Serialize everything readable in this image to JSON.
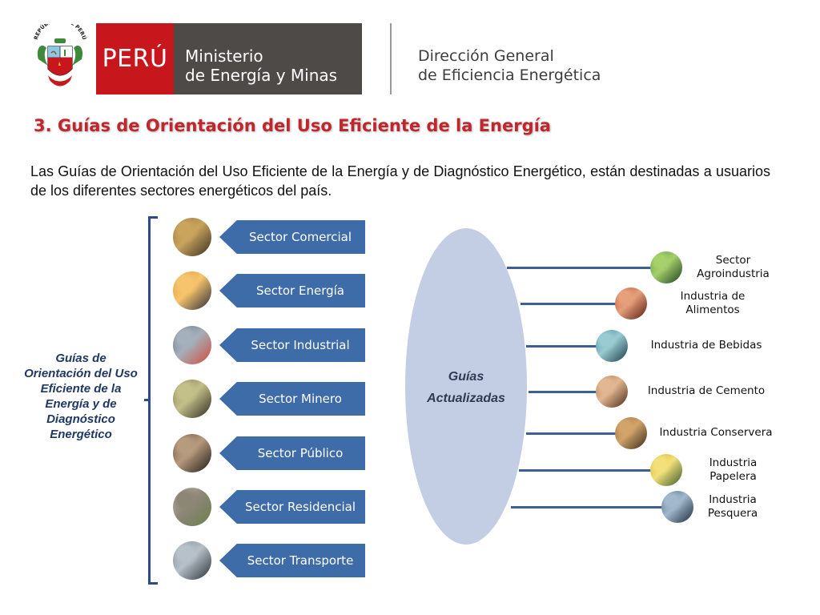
{
  "header": {
    "coat_text": "REPÚBLICA DEL PERÚ",
    "peru": "PERÚ",
    "ministry_line1": "Ministerio",
    "ministry_line2": "de Energía y Minas",
    "direction_line1": "Dirección General",
    "direction_line2": "de Eficiencia Energética"
  },
  "title": "3. Guías de Orientación del Uso Eficiente de la Energía",
  "intro": "Las Guías de Orientación del Uso Eficiente de la Energía y de Diagnóstico Energético, están destinadas a usuarios de los diferentes sectores energéticos del país.",
  "left_label": "Guías de Orientación del Uso Eficiente de la Energía y de Diagnóstico Energético",
  "sectors": [
    {
      "label": "Sector Comercial",
      "photo": "commercial-photo-icon",
      "colors": [
        "#8a6a3a",
        "#c9a45c",
        "#3a2f22"
      ]
    },
    {
      "label": "Sector Energía",
      "photo": "power-tower-photo-icon",
      "colors": [
        "#e08a2e",
        "#f6c56b",
        "#2b2b3a"
      ]
    },
    {
      "label": "Sector Industrial",
      "photo": "factory-photo-icon",
      "colors": [
        "#5a6470",
        "#a4b0bb",
        "#d44a3a"
      ]
    },
    {
      "label": "Sector Minero",
      "photo": "mining-photo-icon",
      "colors": [
        "#6b6a3f",
        "#c4c08a",
        "#2d2a1f"
      ]
    },
    {
      "label": "Sector Público",
      "photo": "public-office-photo-icon",
      "colors": [
        "#4a3e35",
        "#b79b7d",
        "#1f1a17"
      ]
    },
    {
      "label": "Sector Residencial",
      "photo": "residential-photo-icon",
      "colors": [
        "#c9c4b8",
        "#8d8677",
        "#6a7f4c"
      ]
    },
    {
      "label": "Sector Transporte",
      "photo": "traffic-photo-icon",
      "colors": [
        "#6d7a86",
        "#b7c1c9",
        "#2a3038"
      ]
    }
  ],
  "ellipse": {
    "line1": "Guías",
    "line2": "Actualizadas",
    "color": "#c3cde3"
  },
  "industries": [
    {
      "line1": "Sector",
      "line2": "Agroindustria",
      "photo": "agro-guide-cover-icon",
      "colors": [
        "#3d8a3a",
        "#a6d06a",
        "#1c3f22"
      ]
    },
    {
      "line1": "Industria de",
      "line2": "Alimentos",
      "photo": "food-guide-cover-icon",
      "colors": [
        "#b83a2a",
        "#e6a07a",
        "#5a1a12"
      ]
    },
    {
      "line1": "Industria de Bebidas",
      "line2": "",
      "photo": "beverage-guide-cover-icon",
      "colors": [
        "#2a7a8a",
        "#9acbd2",
        "#1a3a44"
      ]
    },
    {
      "line1": "Industria de Cemento",
      "line2": "",
      "photo": "cement-guide-cover-icon",
      "colors": [
        "#a8673a",
        "#e2b892",
        "#4a2b18"
      ]
    },
    {
      "line1": "Industria Conservera",
      "line2": "",
      "photo": "cannery-guide-cover-icon",
      "colors": [
        "#8a5a2a",
        "#d2a46a",
        "#3a2a1a"
      ]
    },
    {
      "line1": "Industria",
      "line2": "Papelera",
      "photo": "paper-guide-cover-icon",
      "colors": [
        "#c8a81a",
        "#f2e07a",
        "#3a5a2a"
      ]
    },
    {
      "line1": "Industria",
      "line2": "Pesquera",
      "photo": "fishing-guide-cover-icon",
      "colors": [
        "#3a5a7a",
        "#a2b8cc",
        "#1a2a3a"
      ]
    }
  ],
  "colors": {
    "accent_red": "#c8161d",
    "title_red": "#c0272d",
    "arrow_blue": "#3e6ca8",
    "navy": "#1f3864"
  }
}
